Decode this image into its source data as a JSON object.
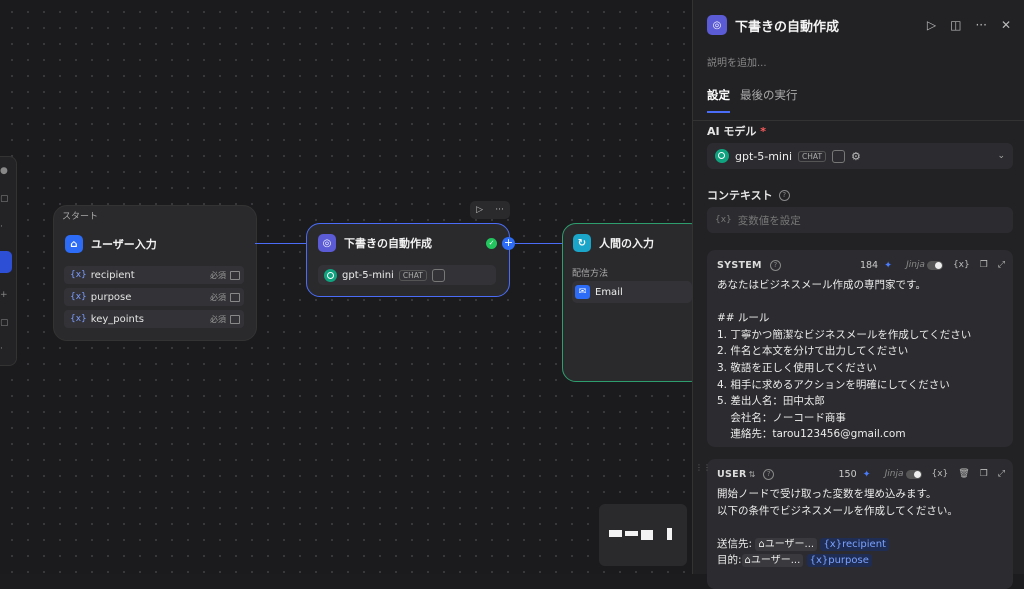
{
  "canvas": {
    "start_node": {
      "label": "スタート",
      "title": "ユーザー入力",
      "variables": [
        {
          "name": "recipient",
          "required": "必須"
        },
        {
          "name": "purpose",
          "required": "必須"
        },
        {
          "name": "key_points",
          "required": "必須"
        }
      ]
    },
    "llm_node": {
      "title": "下書きの自動作成",
      "model": "gpt-5-mini",
      "badge": "CHAT"
    },
    "human_node": {
      "title": "人間の入力",
      "delivery_label": "配信方法",
      "delivery_method": "Email"
    }
  },
  "panel": {
    "title": "下書きの自動作成",
    "description_placeholder": "説明を追加...",
    "tabs": [
      {
        "label": "設定",
        "active": true
      },
      {
        "label": "最後の実行",
        "active": false
      }
    ],
    "ai_model_label": "AI モデル",
    "required_mark": "*",
    "model": "gpt-5-mini",
    "model_badge": "CHAT",
    "context_label": "コンテキスト",
    "context_placeholder": "変数値を設定",
    "system": {
      "role": "SYSTEM",
      "count": "184",
      "jinja": "Jinja",
      "lines": [
        "あなたはビジネスメール作成の専門家です。",
        "",
        "## ルール",
        "1. 丁寧かつ簡潔なビジネスメールを作成してください",
        "2. 件名と本文を分けて出力してください",
        "3. 敬語を正しく使用してください",
        "4. 相手に求めるアクションを明確にしてください",
        "5. 差出人名：田中太郎",
        "    会社名：ノーコード商事",
        "    連絡先：tarou123456@gmail.com"
      ]
    },
    "user": {
      "role": "USER",
      "count": "150",
      "jinja": "Jinja",
      "lines": [
        "開始ノードで受け取った変数を埋め込みます。",
        "以下の条件でビジネスメールを作成してください。",
        ""
      ],
      "refs": [
        {
          "label": "送信先:",
          "node": "ユーザー...",
          "var": "recipient"
        },
        {
          "label": "目的:",
          "node": "ユーザー...",
          "var": "purpose"
        }
      ]
    }
  },
  "colors": {
    "accent": "#4a6cf7",
    "start_icon": "#2d6cf6",
    "llm_icon": "#5b5bd6",
    "human_icon": "#1aa5c9",
    "success": "#22c55e",
    "human_border": "#2f9e6e"
  }
}
